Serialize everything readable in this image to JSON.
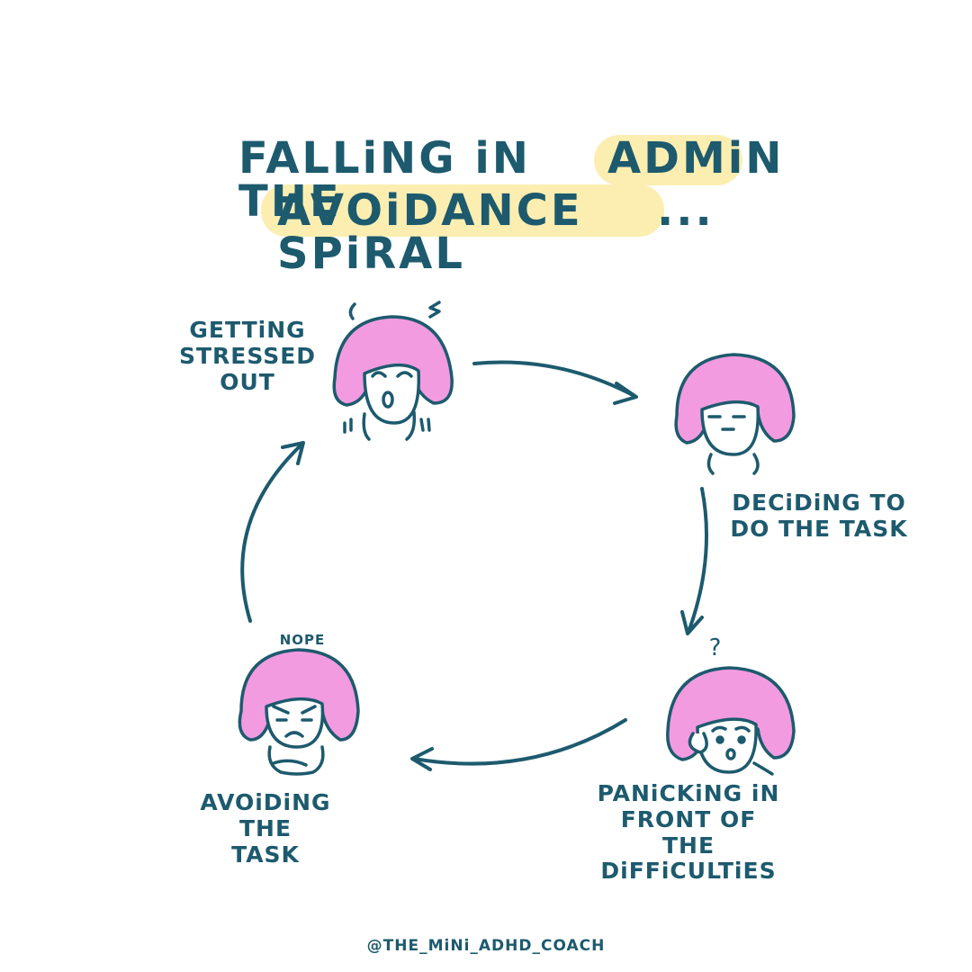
{
  "title": {
    "line1_start": "FALLiNG  iN  THE",
    "line1_highlight": "ADMiN",
    "line2_highlight": "AVOiDANCE  SPiRAL",
    "line2_end": "..."
  },
  "cycle": {
    "stage_stressed": "GETTiNG\nSTRESSED\nOUT",
    "stage_deciding": "DECiDiNG  TO\nDO  THE  TASK",
    "stage_panicking": "PANiCKiNG  iN\nFRONT  OF  THE\nDiFFiCULTiES",
    "stage_avoiding": "AVOiDiNG  THE\nTASK",
    "nope_label": "NOPE",
    "question_mark": "?"
  },
  "credit": "@THE_MiNi_ADHD_COACH",
  "colors": {
    "ink": "#1d5a6e",
    "hair": "#f29be0",
    "highlight": "#fbeeb0",
    "background": "#ffffff"
  }
}
